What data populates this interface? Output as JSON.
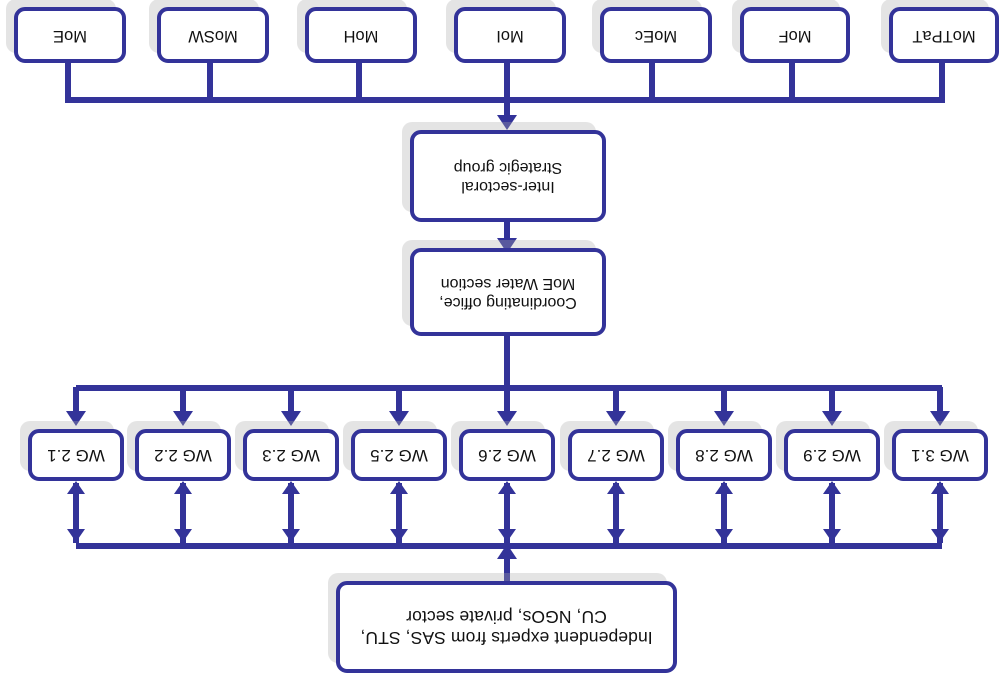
{
  "diagram": {
    "title_hidden": "",
    "colors": {
      "line": "#333399",
      "box_border": "#333399",
      "box_fill": "#ffffff",
      "shadow": "#dcdcdc",
      "text": "#111111",
      "page_background": "#ffffff"
    },
    "orientation_note": "rotated-180",
    "top_box": {
      "label": "Independent experts from SAS, STU,\nCU, NGOs, private sector"
    },
    "coordinating_box": {
      "label": "Coordinating office,\nMoE Water section"
    },
    "strategic_box": {
      "label": "Inter-sectoral\nStrategic group"
    },
    "working_groups": [
      {
        "label": "WG 3.1"
      },
      {
        "label": "WG 2.9"
      },
      {
        "label": "WG 2.8"
      },
      {
        "label": "WG 2.7"
      },
      {
        "label": "WG 2.6"
      },
      {
        "label": "WG 2.5"
      },
      {
        "label": "WG 2.3"
      },
      {
        "label": "WG 2.2"
      },
      {
        "label": "WG 2.1"
      }
    ],
    "ministries": [
      {
        "label": "MoTPaT"
      },
      {
        "label": "MoF"
      },
      {
        "label": "MoEc"
      },
      {
        "label": "MoI"
      },
      {
        "label": "MoH"
      },
      {
        "label": "MoSW"
      },
      {
        "label": "MoE"
      }
    ]
  }
}
